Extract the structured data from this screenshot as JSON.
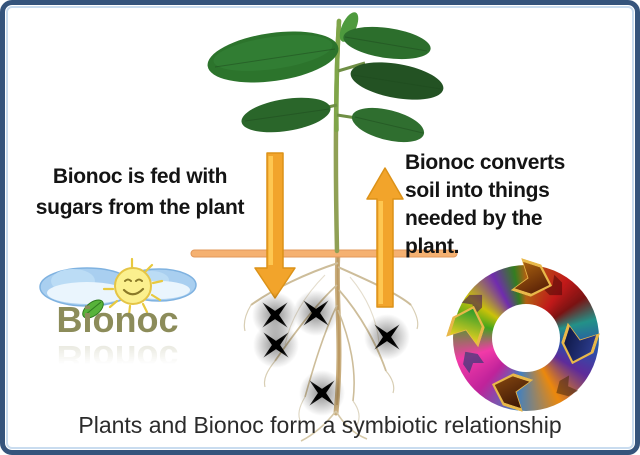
{
  "diagram": {
    "title_context": "Bionoc plant symbiosis diagram",
    "labels": {
      "left": {
        "lines": [
          "Bionoc is fed with",
          "sugars from the plant"
        ]
      },
      "right": {
        "lines": [
          "Bionoc converts",
          "soil into things",
          "needed by the plant."
        ]
      },
      "caption": "Plants and Bionoc form a symbiotic relationship"
    },
    "logo": {
      "text": "Bionoc",
      "text_color": "#8C8C5A"
    },
    "colors": {
      "frame_border": "#35547C",
      "frame_inner_line": "#C9DCEF",
      "arrow_gold": "#F2A42B",
      "arrow_gold_dark": "#DC9218",
      "arrow_gold_light": "#FFCB55",
      "soil_line": "#F5B171",
      "leaf_green_dark": "#235223",
      "leaf_green": "#2C742C",
      "root_tan": "#C9AE7E",
      "sparkle_black": "#000000",
      "background": "#FFFFFF"
    },
    "icons": [
      "down-arrow-icon",
      "up-arrow-icon",
      "soil-line",
      "seedling-icon",
      "root-sparkle-icon",
      "cloud-icon",
      "sun-icon",
      "leaf-icon",
      "nutrient-cycle-icon"
    ]
  }
}
